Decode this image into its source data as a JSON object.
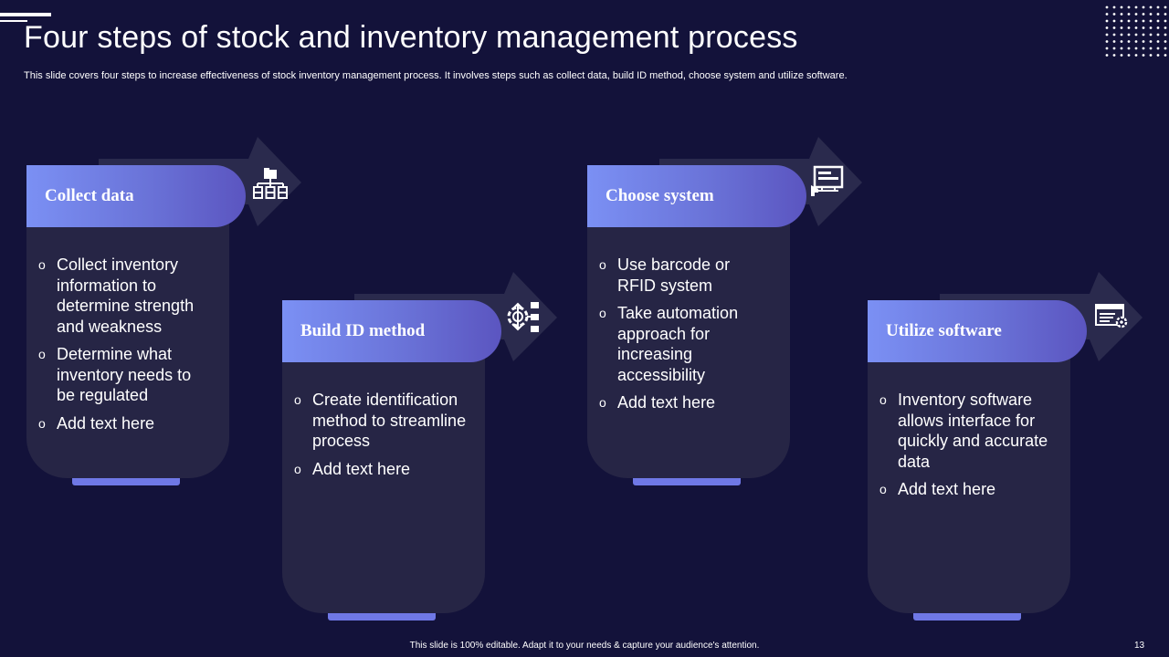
{
  "title": "Four steps of stock and inventory management process",
  "subtitle": "This slide covers four steps to increase effectiveness of stock inventory management process. It involves steps such as collect data, build ID method, choose system and utilize software.",
  "steps": [
    {
      "label": "Collect data",
      "icon": "org-chart-folder-icon",
      "bullets": [
        "Collect inventory information to determine strength and weakness",
        "Determine what inventory needs to be regulated",
        "Add text here"
      ]
    },
    {
      "label": "Build ID method",
      "icon": "gear-flowchart-icon",
      "bullets": [
        "Create identification method to streamline process",
        "Add text here"
      ]
    },
    {
      "label": "Choose system",
      "icon": "monitor-touch-icon",
      "bullets": [
        "Use barcode or RFID system",
        "Take automation approach for increasing accessibility",
        "Add text here"
      ]
    },
    {
      "label": "Utilize  software",
      "icon": "software-settings-icon",
      "bullets": [
        "Inventory software allows interface for quickly and accurate data",
        "Add text here"
      ]
    }
  ],
  "footer": "This slide is 100% editable.  Adapt it to your needs & capture your audience's attention.",
  "page_number": "13",
  "colors": {
    "background": "#13123a",
    "card": "#262545",
    "arrow": "#2a2a4d",
    "header_start": "#7b90f4",
    "header_end": "#5b55c0",
    "accent": "#6f78e6"
  }
}
